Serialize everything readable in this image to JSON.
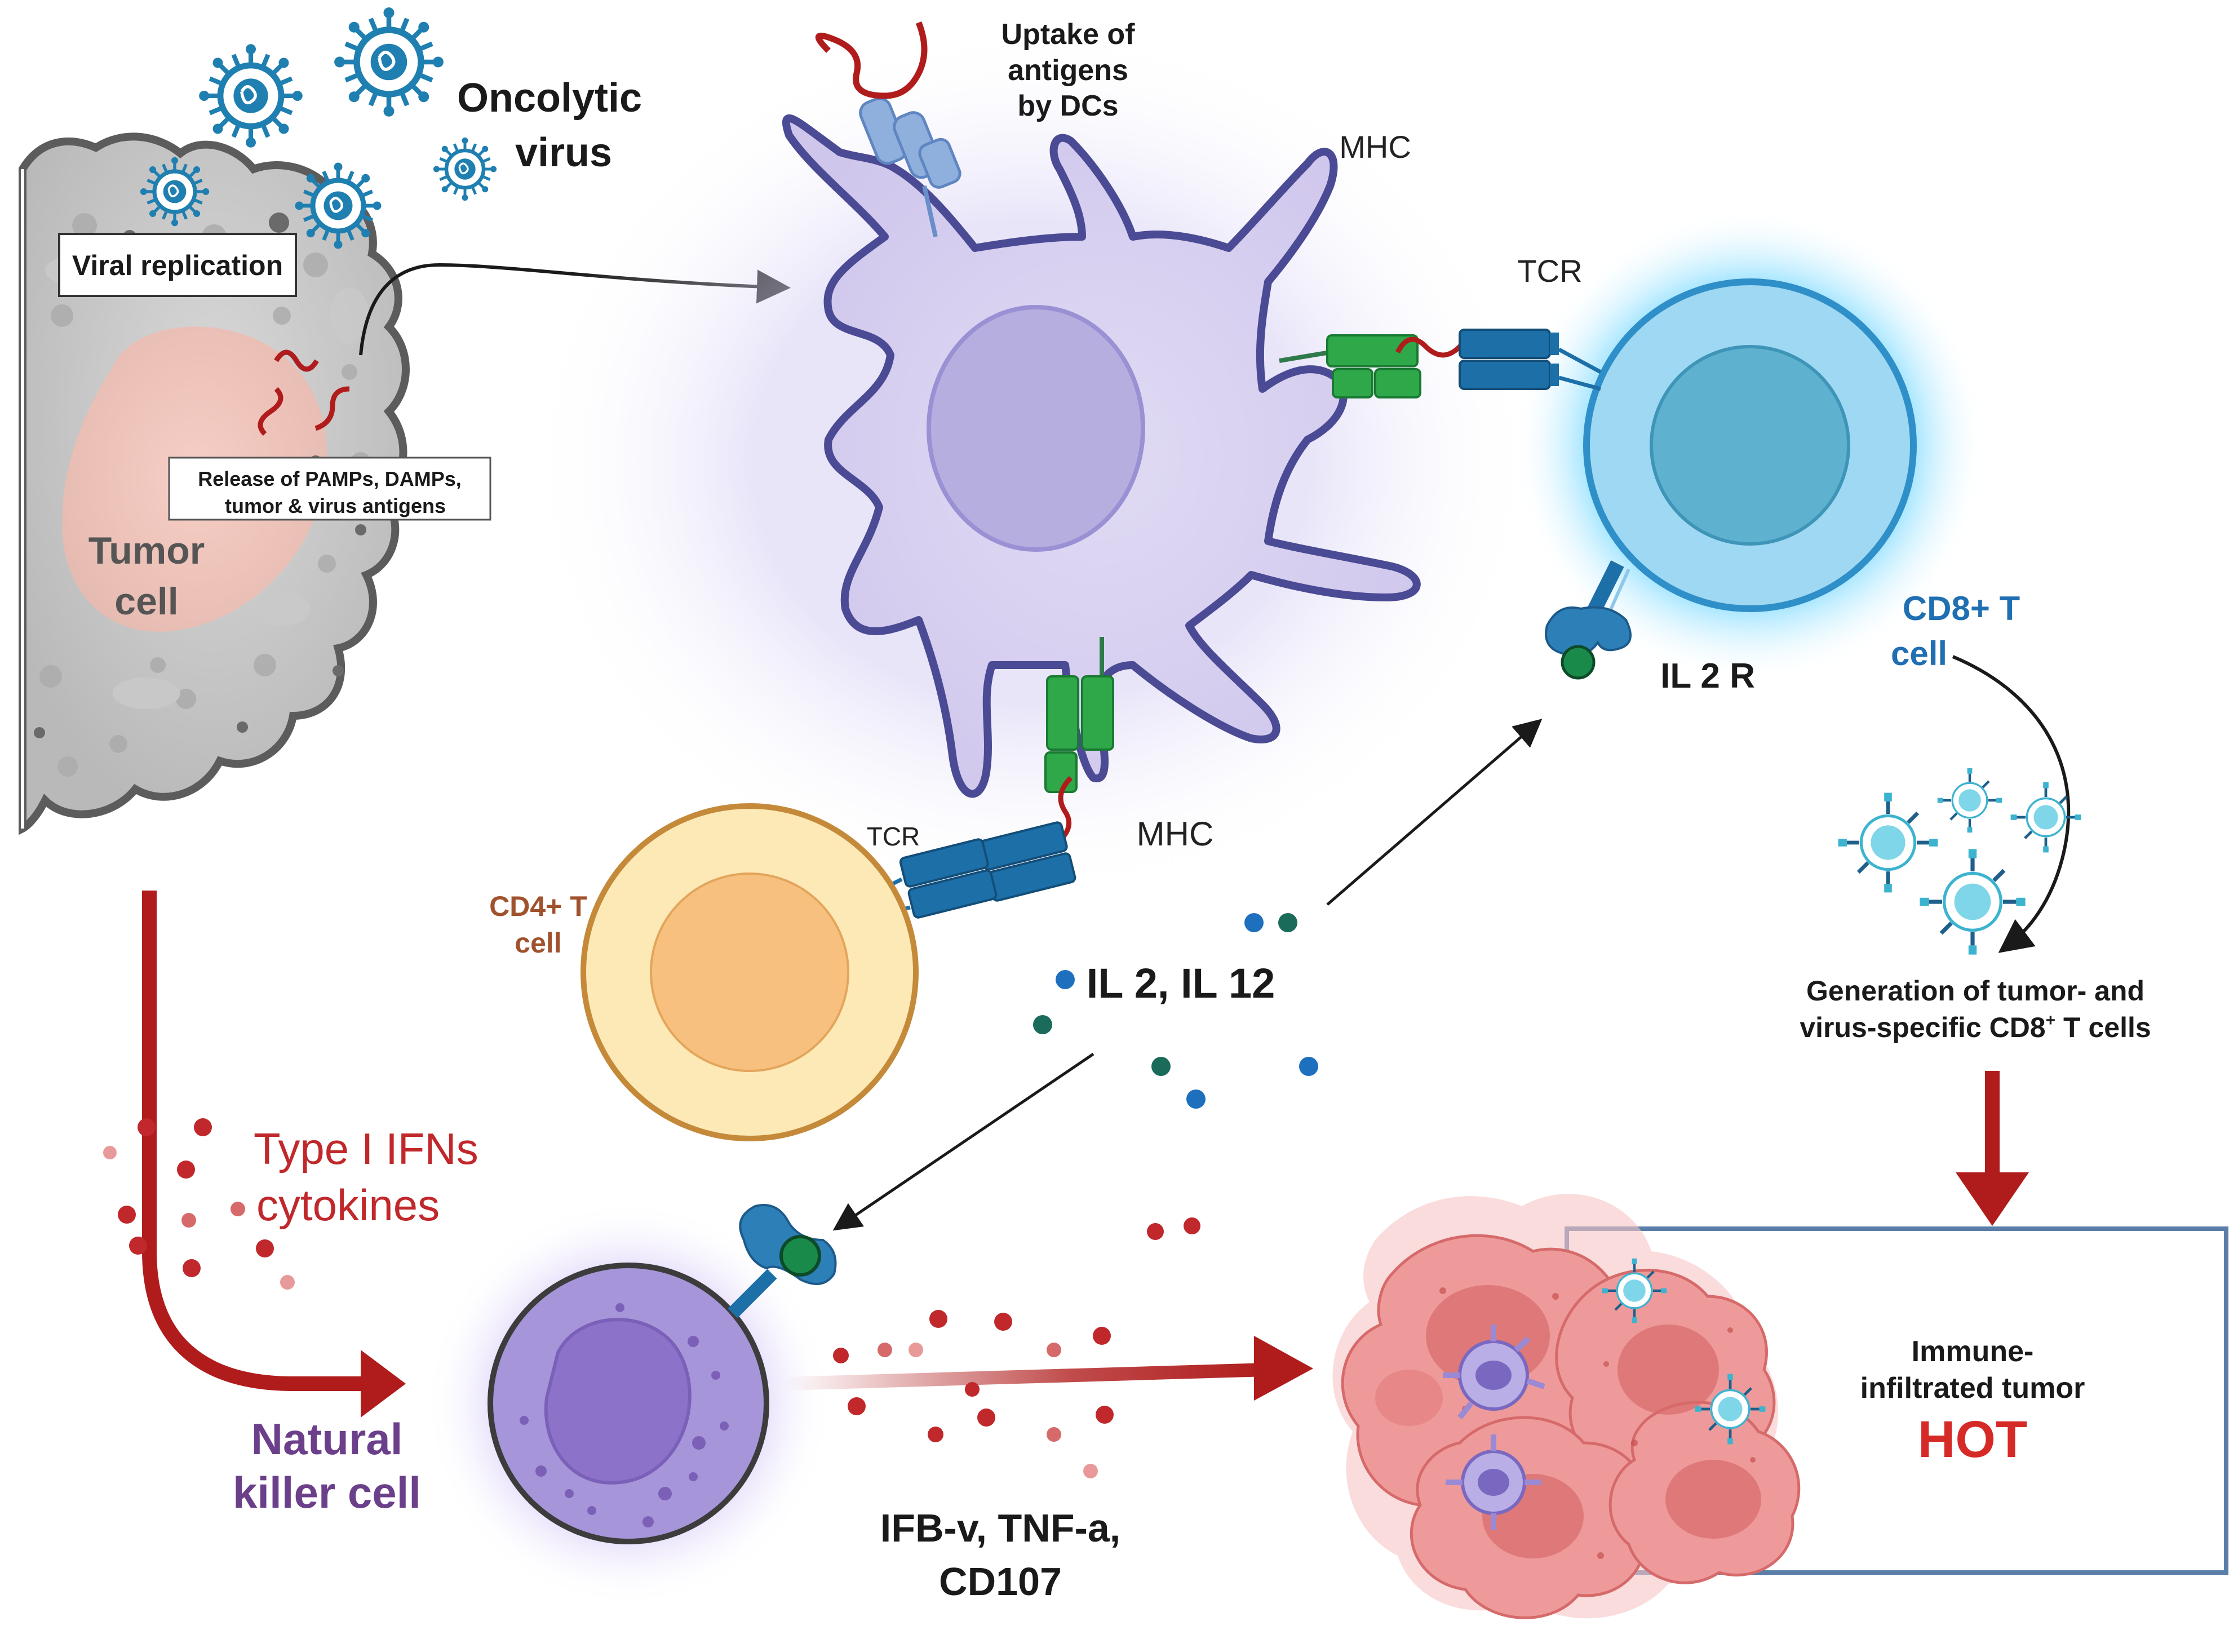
{
  "labels": {
    "oncolytic_virus_1": "Oncolytic",
    "oncolytic_virus_2": "virus",
    "uptake_1": "Uptake of",
    "uptake_2": "antigens",
    "uptake_3": "by DCs",
    "mhc_top": "MHC",
    "tcr_top": "TCR",
    "viral_replication": "Viral replication",
    "release_1": "Release of PAMPs, DAMPs,",
    "release_2": "tumor & virus antigens",
    "tumor_cell_1": "Tumor",
    "tumor_cell_2": "cell",
    "cd8_1": "CD8+ T",
    "cd8_2": "cell",
    "il2r": "IL 2 R",
    "cd4_1": "CD4+ T",
    "cd4_2": "cell",
    "tcr_bottom": "TCR",
    "mhc_bottom": "MHC",
    "il2_il12": "IL 2, IL 12",
    "generation_1": "Generation of tumor- and",
    "generation_2a": "virus-specific CD8",
    "generation_sup": "+",
    "generation_2b": " T cells",
    "type1_ifn_1": "Type I IFNs",
    "type1_ifn_2": "cytokines",
    "nk_1": "Natural",
    "nk_2": "killer cell",
    "ifb_1": "IFB-v, TNF-a,",
    "ifb_2": "CD107",
    "immune_1": "Immune-",
    "immune_2": "infiltrated tumor",
    "hot": "HOT"
  },
  "colors": {
    "virus_blue": "#1e7fb0",
    "dc_fill": "#d8d2ee",
    "dc_stroke": "#4b4a94",
    "cd8_blue": "#5fbde6",
    "cd4_yellow": "#fde7a8",
    "nk_purple": "#9b8bd0",
    "tumor_pink": "#e88e8e",
    "hot_red": "#d62a26",
    "arrow_red": "#b01c1c",
    "cd8_label": "#1f6fb2",
    "cd4_label": "#a0522d",
    "nk_label": "#6b3f8a",
    "mhc_green": "#2fa84a",
    "tcr_blue": "#1d6fa8"
  },
  "icons": {
    "virus": "virus-icon",
    "dendritic_cell": "dendritic-cell-icon",
    "t_cell": "t-cell-icon",
    "nk_cell": "nk-cell-icon",
    "tumor": "tumor-cell-icon"
  }
}
